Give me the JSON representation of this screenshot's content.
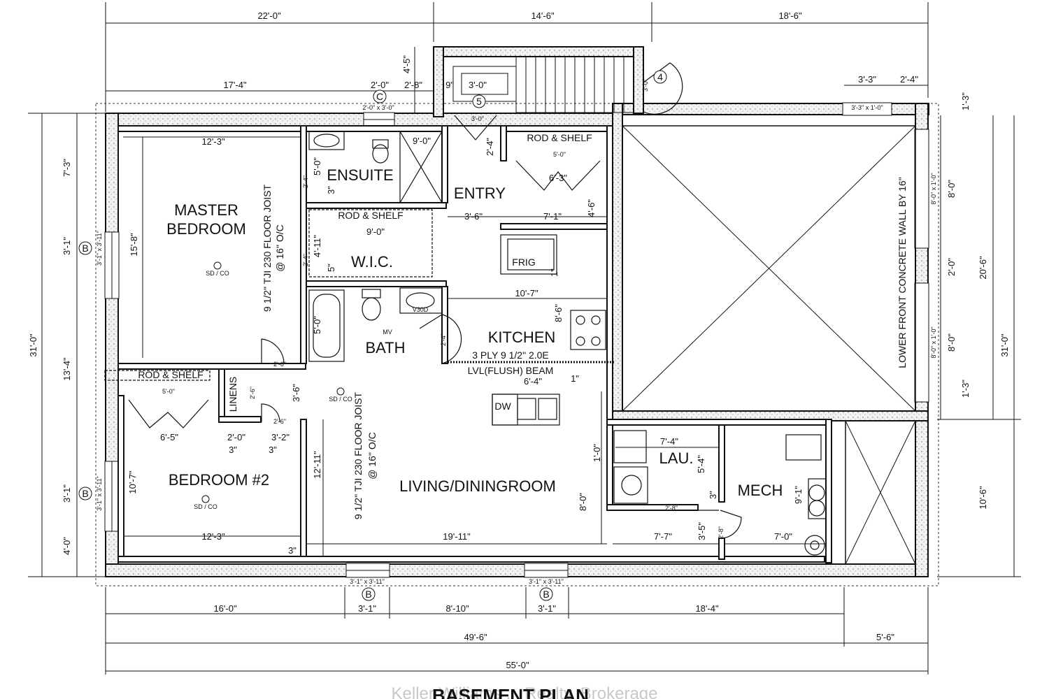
{
  "title": "BASEMENT PLAN",
  "watermark": "Keller Williams ... Realty, Brokerage",
  "rooms": {
    "master_line1": "MASTER",
    "master_line2": "BEDROOM",
    "ensuite": "ENSUITE",
    "entry": "ENTRY",
    "wic": "W.I.C.",
    "bath": "BATH",
    "kitchen": "KITCHEN",
    "bedroom2": "BEDROOM #2",
    "living": "LIVING/DININGROOM",
    "lau": "LAU.",
    "mech": "MECH",
    "linens": "LINENS"
  },
  "labels": {
    "rod_shelf_entry": "ROD & SHELF",
    "rod_shelf_wic": "ROD & SHELF",
    "rod_shelf_bed2": "ROD & SHELF",
    "frig": "FRIG",
    "dw": "DW",
    "beam1": "3 PLY 9 1/2\" 2.0E",
    "beam2": "LVL(FLUSH) BEAM",
    "joist1": "9 1/2\" TJI 230 FLOOR JOIST",
    "joist1b": "@ 16\" O/C",
    "joist2": "9 1/2\" TJI 230 FLOOR JOIST",
    "joist2b": "@ 16\" O/C",
    "wall_note": "LOWER FRONT CONCRETE WALL BY 16\"",
    "sdco": "SD / CO",
    "mv": "MV",
    "v30d": "V30D"
  },
  "top_dims": {
    "d1": "22'-0\"",
    "d2": "14'-6\"",
    "d3": "18'-6\"",
    "d4": "17'-4\"",
    "d5": "2'-0\"",
    "d6": "2'-8\"",
    "d7": "9\"",
    "d8": "3'-0\"",
    "d9": "4'-5\"",
    "d10": "3'-3\"",
    "d11": "2'-4\"",
    "win_c": "2'-0\" x 3'-0\"",
    "win_top_right": "3'-3\" x 1'-0\""
  },
  "bottom_dims": {
    "b1": "16'-0\"",
    "b2": "3'-1\"",
    "b3": "8'-10\"",
    "b4": "3'-1\"",
    "b5": "18'-4\"",
    "b6": "49'-6\"",
    "b7": "5'-6\"",
    "b8": "55'-0\"",
    "win1": "3'-1\" x 3'-11\"",
    "win2": "3'-1\" x 3'-11\""
  },
  "left_dims": {
    "l1": "7'-3\"",
    "l2": "3'-1\"",
    "l3": "13'-4\"",
    "l4": "3'-1\"",
    "l5": "4'-0\"",
    "l6": "31'-0\"",
    "winB1": "3'-1\" x 3'-11\"",
    "winB2": "3'-1\" x 3'-11\""
  },
  "right_dims": {
    "r1": "1'-3\"",
    "r2": "8'-0\"",
    "r3": "2'-0\"",
    "r4": "8'-0\"",
    "r5": "1'-3\"",
    "r6": "20'-6\"",
    "r7": "31'-0\"",
    "r8": "10'-6\"",
    "rw1": "8'-0\" x 1'-0\"",
    "rw2": "8'-0\" x 1'-0\""
  },
  "interior_dims": {
    "master_w": "12'-3\"",
    "master_h": "15'-8\"",
    "ens_w": "9'-0\"",
    "ens_h": "5'-0\"",
    "ens3": "3\"",
    "ens24": "2'-4\"",
    "entry_24": "2'-4\"",
    "entry_46": "4'-6\"",
    "entry_36": "3'-6\"",
    "entry_71": "7'-1\"",
    "entry_63": "6'-3\"",
    "entry_50": "5'-0\"",
    "wic_w": "9'-0\"",
    "wic_h": "4'-11\"",
    "wic5": "5\"",
    "wic24": "2'-4\"",
    "kit_w": "10'-7\"",
    "kit_86": "8'-6\"",
    "kit_1": "1\"",
    "kit_64": "6'-4\"",
    "kit_1b": "1\"",
    "bath_h": "5'-0\"",
    "bath24": "2'-4\"",
    "door26a": "2'-6\"",
    "door26b": "2'-6\"",
    "door26c": "2'-6\"",
    "d36": "3'-6\"",
    "bed2_rs": "5'-0\"",
    "bed2_65": "6'-5\"",
    "bed2_20": "2'-0\"",
    "bed2_32": "3'-2\"",
    "bed2_3a": "3\"",
    "bed2_3b": "3\"",
    "bed2_h": "10'-7\"",
    "bed2_w": "12'-3\"",
    "bed2_3c": "3\"",
    "liv_h": "12'-11\"",
    "liv_w": "19'-11\"",
    "liv_80": "8'-0\"",
    "liv_10": "1'-0\"",
    "lau_w": "7'-4\"",
    "lau_h": "5'-4\"",
    "lau_3": "3\"",
    "lau_28": "2'-8\"",
    "mech_h": "9'-1\"",
    "mech_w": "7'-0\"",
    "mech_35": "3'-5\"",
    "mech_28": "2'-8\"",
    "hall_77": "7'-7\"",
    "stair_30": "3'-0\"",
    "stair_30b": "3'-0\""
  },
  "markers": {
    "c": "C",
    "b": "B",
    "n5": "5",
    "n4": "4"
  }
}
